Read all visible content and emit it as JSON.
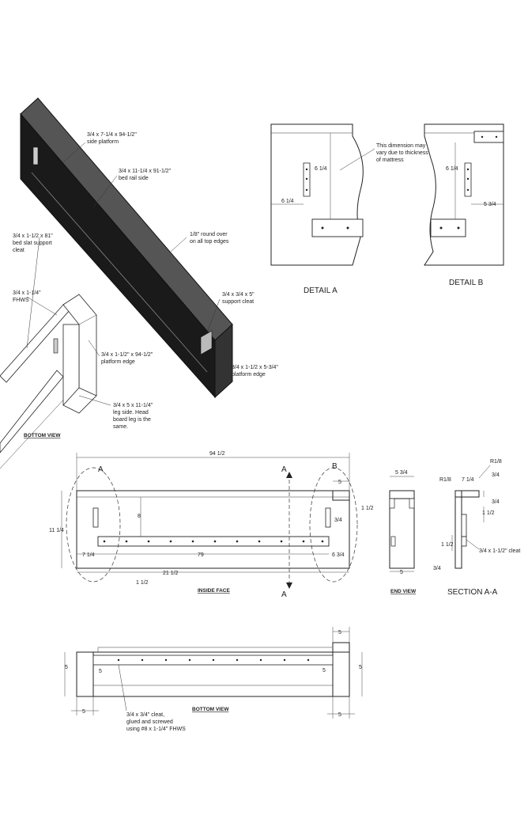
{
  "isometric": {
    "labels": {
      "side_platform": [
        "3/4 x 7-1/4 x 94-1/2\"",
        "side platform"
      ],
      "bed_rail_side": [
        "3/4 x 11-1/4 x 91-1/2\"",
        "bed rail side"
      ],
      "round_over": [
        "1/8\" round over",
        "on all top edges"
      ],
      "slat_cleat": [
        "3/4 x 1-1/2 x 81\"",
        "bed slat support",
        "cleat"
      ],
      "fhws": [
        "3/4 x 1-1/4\"",
        "FHWS"
      ],
      "support_cleat": [
        "3/4 x 3/4 x 5\"",
        "support cleat"
      ],
      "platform_edge_long": [
        "3/4 x 1-1/2\" x 94-1/2\"",
        "platform edge"
      ],
      "platform_edge_short": [
        "3/4 x 1-1/2 x 5-3/4\"",
        "platform edge"
      ],
      "leg_side": [
        "3/4 x 5 x 11-1/4\"",
        "leg side. Head",
        "board leg is the",
        "same."
      ]
    },
    "bottom_view_title": "BOTTOM VIEW"
  },
  "detail_a": {
    "title": "DETAIL  A",
    "dim_height": "6 1/4",
    "dim_width": "6 1/4",
    "note": [
      "This dimension may",
      "vary due to thickness",
      "of mattress"
    ]
  },
  "detail_b": {
    "title": "DETAIL  B",
    "dim_height": "6 1/4",
    "dim_width": "5 3/4"
  },
  "inside_face": {
    "title": "INSIDE FACE",
    "overall_length": "94 1/2",
    "height": "11 1/4",
    "dim_8": "8",
    "dim_7_1_4": "7 1/4",
    "dim_79": "79",
    "dim_21_1_2": "21 1/2",
    "dim_1_1_2_bottom": "1 1/2",
    "dim_5": "5",
    "dim_1_1_2_right": "1 1/2",
    "dim_3_4": "3/4",
    "dim_6_3_4": "6 3/4",
    "callout_a": "A",
    "callout_b": "B",
    "section_a": "A"
  },
  "end_view": {
    "title": "END VIEW",
    "dim_top": "5 3/4",
    "dim_bottom": "5"
  },
  "section_aa": {
    "title": "SECTION  A-A",
    "r_top": "R1/8",
    "r_left": "R1/8",
    "dim_7_1_4": "7 1/4",
    "dim_3_4_a": "3/4",
    "dim_3_4_b": "3/4",
    "dim_1_1_2_a": "1 1/2",
    "dim_1_1_2_b": "1 1/2",
    "dim_3_4_c": "3/4",
    "cleat": "3/4 x 1-1/2\" cleat"
  },
  "bottom_view": {
    "title": "BOTTOM VIEW",
    "dim_5_top": "5",
    "dim_5_left": "5",
    "dim_5_inner_left": "5",
    "dim_5_inner_right": "5",
    "dim_5_right": "5",
    "dim_5_bl": "5",
    "dim_5_br": "5",
    "note": [
      "3/4 x 3/4\" cleat,",
      "glued and screwed",
      "using #8 x 1-1/4\" FHWS"
    ]
  }
}
